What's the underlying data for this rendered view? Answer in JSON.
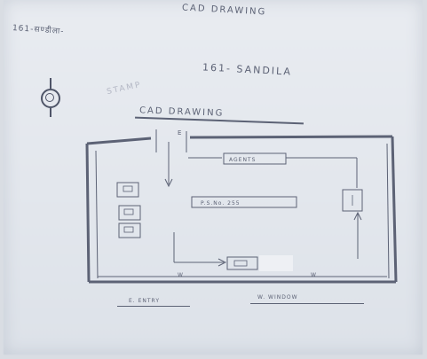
{
  "header": {
    "title": "CAD DRAWING",
    "note": "161-सण्डीला-"
  },
  "location": "161- SANDILA",
  "stamp_text": "STAMP",
  "drawing": {
    "title": "CAD DRAWING",
    "label_agent": "AGENTS",
    "label_center": "P.S.No. 255",
    "marker_e": "E",
    "marker_w_left": "W",
    "marker_w_right": "W"
  },
  "legend": {
    "entry_label": "E. ENTRY",
    "window_label": "W. WINDOW"
  }
}
